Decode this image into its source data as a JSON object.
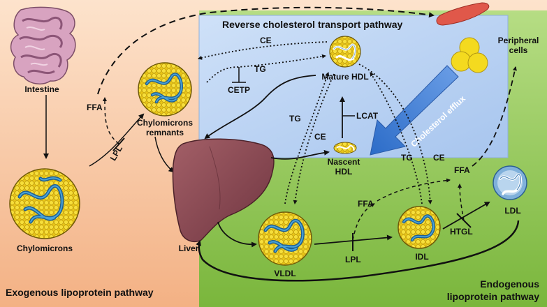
{
  "panels": {
    "exogenous": "Exogenous lipoprotein pathway",
    "reverse": "Reverse cholesterol transport pathway",
    "endogenous_line1": "Endogenous",
    "endogenous_line2": "lipoprotein pathway"
  },
  "organs": {
    "intestine": "Intestine",
    "liver": "Liver",
    "peripheral_line1": "Peripheral",
    "peripheral_line2": "cells"
  },
  "particles": {
    "chylomicrons": "Chylomicrons",
    "remnants_line1": "Chylomicrons",
    "remnants_line2": "remnants",
    "mature_hdl": "Mature HDL",
    "nascent_line1": "Nascent",
    "nascent_line2": "HDL",
    "vldl": "VLDL",
    "idl": "IDL",
    "ldl": "LDL"
  },
  "labels": {
    "ffa": "FFA",
    "lpl": "LPL",
    "cetp": "CETP",
    "lcat": "LCAT",
    "htgl": "HTGL",
    "ce": "CE",
    "tg": "TG",
    "cholesterol_efflux": "Cholesterol efflux"
  },
  "colors": {
    "exogenous_bg": "#f6c9a4",
    "reverse_bg": "#bcd4f4",
    "endogenous_bg": "#8cc34c",
    "liver": "#8a4a52",
    "lipid_yellow": "#f1d21d",
    "core_blue": "#2e7fb8"
  }
}
